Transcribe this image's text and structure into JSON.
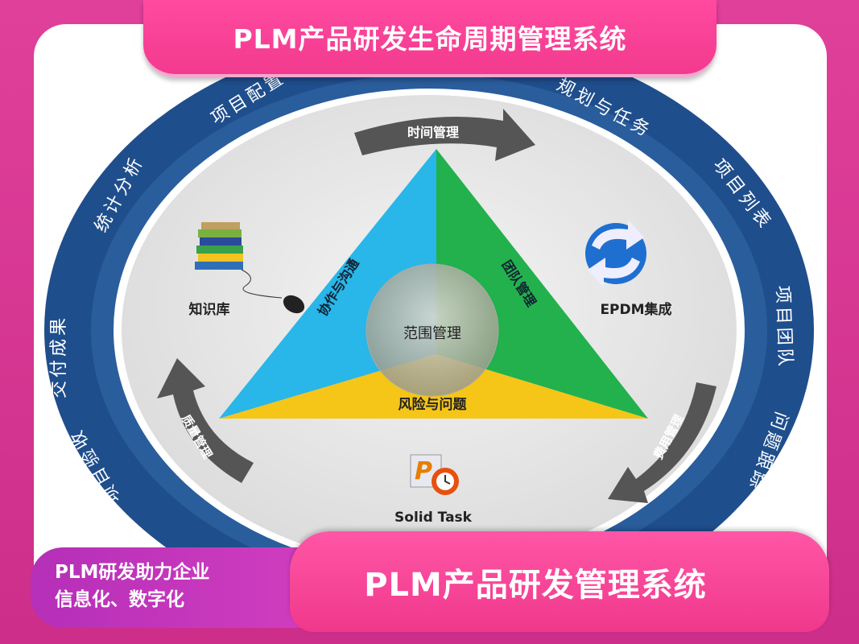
{
  "header": {
    "title": "PLM产品研发生命周期管理系统"
  },
  "ring_labels": [
    "项目配置",
    "规划与任务",
    "项目列表",
    "项目团队",
    "问题跟踪",
    "项目验收",
    "交付成果",
    "统计分析"
  ],
  "arrows": {
    "top": "时间管理",
    "left": "质量管理",
    "right": "费用管理"
  },
  "triangle": {
    "left_face": "协作与沟通",
    "right_face": "团队管理",
    "bottom_face": "风险与问题",
    "center": "范围管理"
  },
  "modules": {
    "knowledge": "知识库",
    "epdm": "EPDM集成",
    "solid_task": "Solid Task"
  },
  "footer": {
    "left_line1": "PLM研发助力企业",
    "left_line2": "信息化、数字化",
    "right_title": "PLM产品研发管理系统"
  },
  "colors": {
    "ring": "#1f4e8c",
    "pink": "#f23a8e",
    "purple": "#b52fb8",
    "cyan": "#29b6e8",
    "green": "#22b14c",
    "yellow": "#f5c518"
  }
}
